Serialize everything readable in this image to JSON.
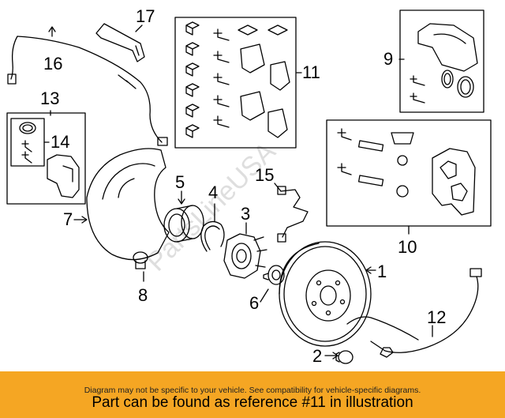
{
  "diagram": {
    "watermark": "PartsLineUSA",
    "parts": [
      {
        "id": "p1",
        "label": "1",
        "name": "brake-rotor"
      },
      {
        "id": "p2",
        "label": "2",
        "name": "rotor-screw"
      },
      {
        "id": "p3",
        "label": "3",
        "name": "hub-flange"
      },
      {
        "id": "p4",
        "label": "4",
        "name": "snap-ring"
      },
      {
        "id": "p5",
        "label": "5",
        "name": "wheel-bearing"
      },
      {
        "id": "p6",
        "label": "6",
        "name": "hub-nut"
      },
      {
        "id": "p7",
        "label": "7",
        "name": "splash-shield"
      },
      {
        "id": "p8",
        "label": "8",
        "name": "shield-bolt"
      },
      {
        "id": "p9",
        "label": "9",
        "name": "caliper-repair-kit"
      },
      {
        "id": "p10",
        "label": "10",
        "name": "caliper-bracket-kit"
      },
      {
        "id": "p11",
        "label": "11",
        "name": "brake-pad-kit"
      },
      {
        "id": "p12",
        "label": "12",
        "name": "wear-sensor"
      },
      {
        "id": "p13",
        "label": "13",
        "name": "parking-brake-actuator-kit"
      },
      {
        "id": "p14",
        "label": "14",
        "name": "actuator-seal"
      },
      {
        "id": "p15",
        "label": "15",
        "name": "abs-sensor"
      },
      {
        "id": "p16",
        "label": "16",
        "name": "sensor-harness"
      },
      {
        "id": "p17",
        "label": "17",
        "name": "harness-bracket"
      }
    ]
  },
  "banner": {
    "disclaimer": "Diagram may not be specific to your vehicle. See compatibility for vehicle-specific diagrams.",
    "reference_prefix": "Part can be found as reference #",
    "reference_number": "11",
    "reference_suffix": " in illustration",
    "color": "#f5a623"
  }
}
